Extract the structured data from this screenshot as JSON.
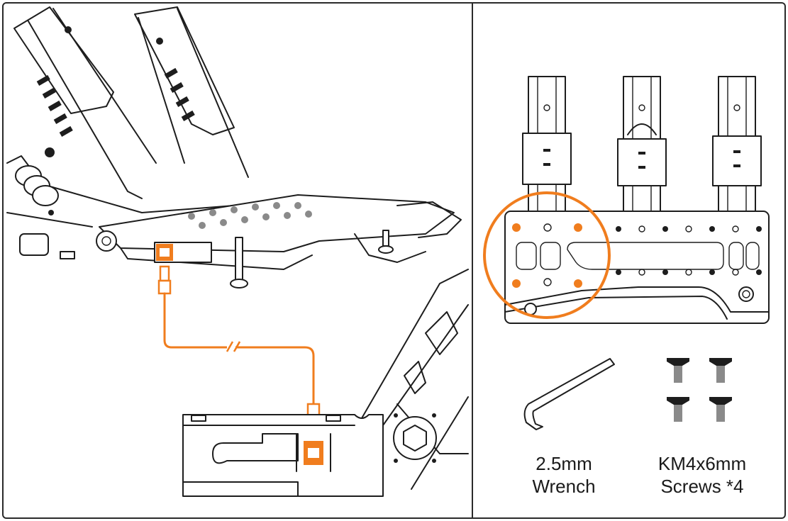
{
  "tools": {
    "wrench": {
      "line1": "2.5mm",
      "line2": "Wrench",
      "icon": "hex-key-icon"
    },
    "screws": {
      "line1": "KM4x6mm",
      "line2": "Screws *4",
      "icon": "screw-icon"
    }
  },
  "colors": {
    "accent": "#f07d1e",
    "line": "#1d1d1d",
    "background": "#ffffff"
  }
}
